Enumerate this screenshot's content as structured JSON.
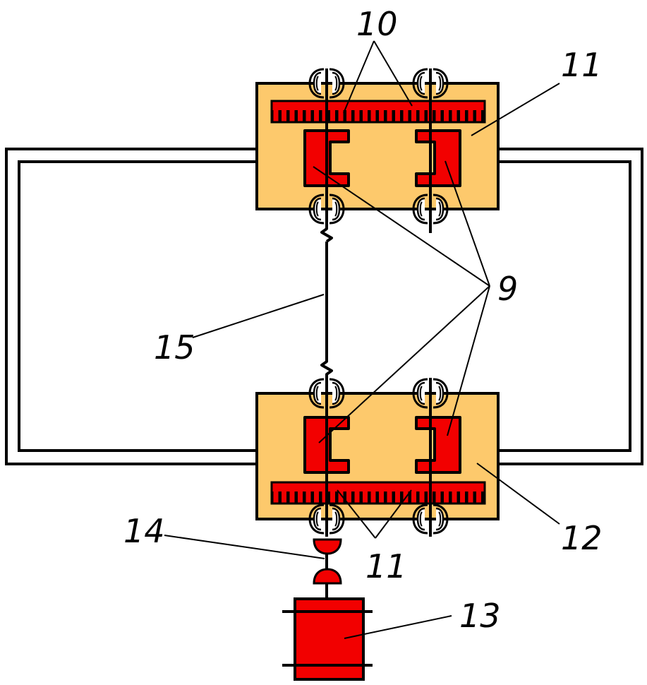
{
  "labels": {
    "ref_10": "10",
    "ref_11_top": "11",
    "ref_9": "9",
    "ref_15": "15",
    "ref_14": "14",
    "ref_11_bottom": "11",
    "ref_12": "12",
    "ref_13": "13"
  },
  "colors": {
    "housing_fill": "#FDC96C",
    "part_red": "#F20000",
    "outline": "#000000",
    "background": "#FFFFFF"
  }
}
